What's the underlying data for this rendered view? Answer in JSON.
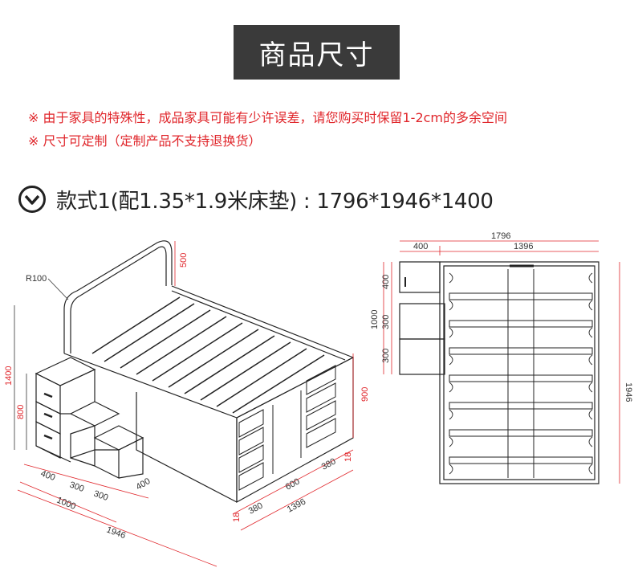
{
  "header": {
    "title": "商品尺寸"
  },
  "notes": [
    "※ 由于家具的特殊性，成品家具可能有少许误差，请您购买时保留1-2cm的多余空间",
    "※ 尺寸可定制（定制产品不支持退换货）"
  ],
  "style": {
    "label": "款式1(配1.35*1.9米床垫) : 1796*1946*1400",
    "icon": "chevron-down-circle-icon"
  },
  "iso_dims": {
    "r": "R100",
    "headboard": "500",
    "height": "1400",
    "steps_h": "800",
    "side_h": "900",
    "steps_400a": "400",
    "steps_300a": "300",
    "steps_300b": "300",
    "steps_400b": "400",
    "steps_1000": "1000",
    "total_1946": "1946",
    "base_18a": "18",
    "base_380a": "380",
    "base_600": "600",
    "base_380b": "380",
    "base_18b": "18",
    "base_1396": "1396"
  },
  "plan_dims": {
    "width": "1796",
    "steps": "400",
    "bed": "1396",
    "v400": "400",
    "v1000": "1000",
    "v300a": "300",
    "v300b": "300",
    "length": "1946"
  },
  "colors": {
    "title_bg": "#3a3a3a",
    "note": "#e0262b",
    "dim_red": "#e0262b",
    "line": "#222222"
  }
}
